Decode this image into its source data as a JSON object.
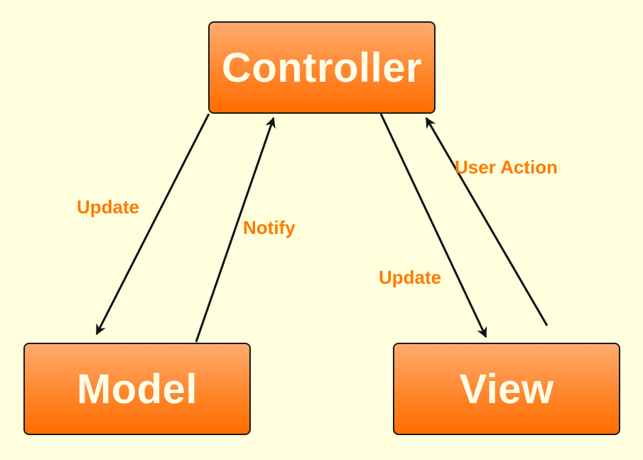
{
  "nodes": {
    "controller": "Controller",
    "model": "Model",
    "view": "View"
  },
  "edges": {
    "controller_to_model": "Update",
    "model_to_controller": "Notify",
    "controller_to_view": "Update",
    "view_to_controller": "User Action"
  },
  "colors": {
    "background": "#ffffdd",
    "box_fill_top": "#ffab6e",
    "box_fill_bottom": "#ff6d00",
    "box_text": "#ffffe8",
    "label_text": "#ff7a00",
    "arrow": "#111111"
  }
}
